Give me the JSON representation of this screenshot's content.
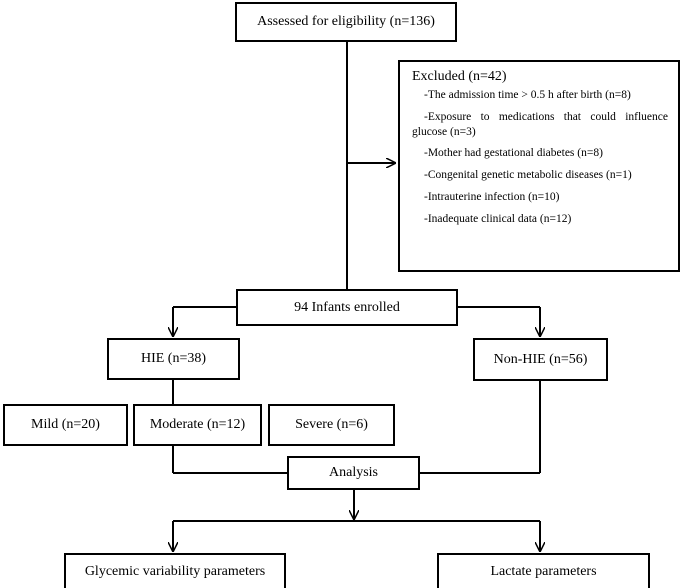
{
  "flowchart": {
    "assessed": "Assessed for eligibility (n=136)",
    "excluded": {
      "title": "Excluded (n=42)",
      "items": [
        "-The admission time > 0.5 h after birth (n=8)",
        "-Exposure to medications that could influence",
        "glucose (n=3)",
        "-Mother had gestational diabetes (n=8)",
        "-Congenital genetic metabolic diseases (n=1)",
        "-Intrauterine infection (n=10)",
        "-Inadequate clinical data (n=12)"
      ]
    },
    "enrolled": "94 Infants enrolled",
    "hie": "HIE (n=38)",
    "non_hie": "Non-HIE (n=56)",
    "mild": "Mild (n=20)",
    "moderate": "Moderate (n=12)",
    "severe": "Severe (n=6)",
    "analysis": "Analysis",
    "glycemic": "Glycemic variability parameters",
    "lactate": "Lactate parameters"
  }
}
